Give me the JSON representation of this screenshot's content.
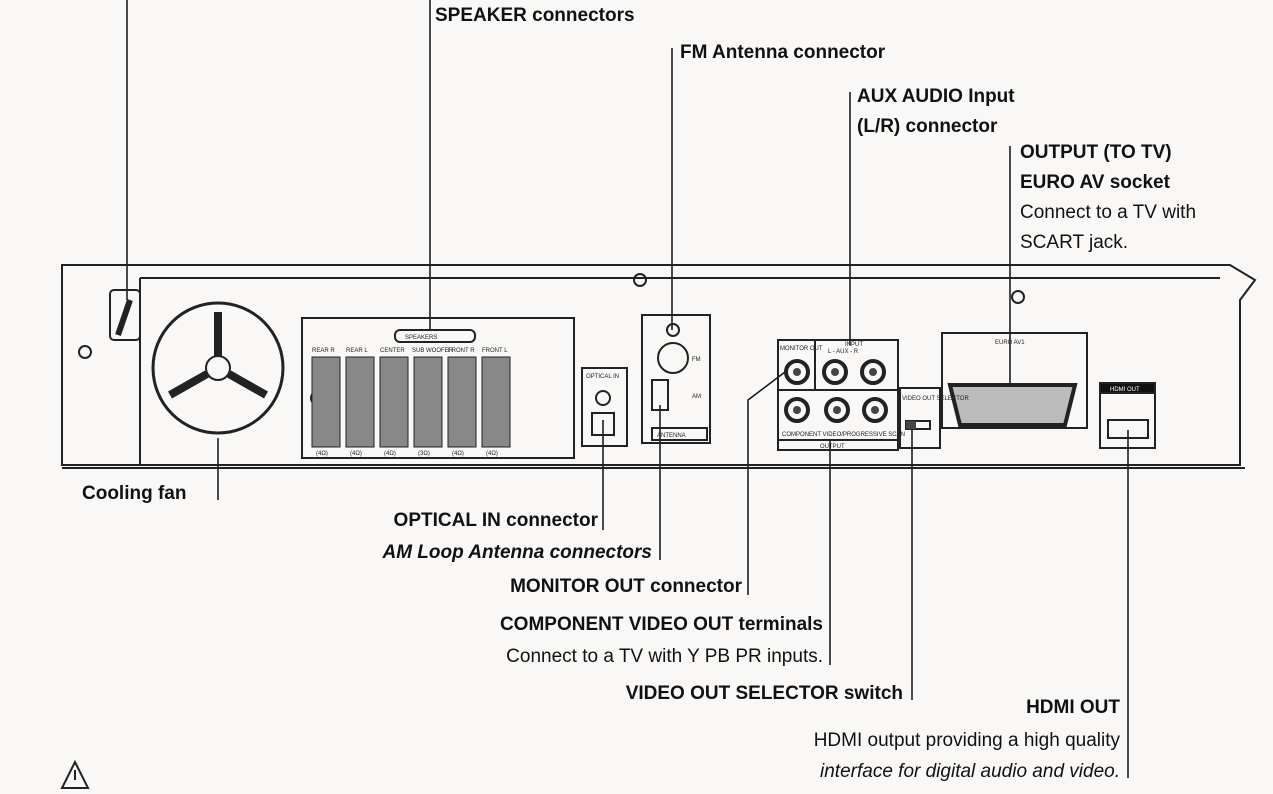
{
  "labels": {
    "speaker": "SPEAKER connectors",
    "fm": "FM Antenna connector",
    "aux_1": "AUX AUDIO Input",
    "aux_2": "(L/R) connector",
    "output_1": "OUTPUT (TO TV)",
    "output_2": "EURO AV socket",
    "output_3": "Connect to a TV with",
    "output_4": "SCART jack.",
    "fan": "Cooling fan",
    "optical": "OPTICAL IN connector",
    "am": "AM Loop Antenna connectors",
    "monitor": "MONITOR OUT connector",
    "component_1": "COMPONENT VIDEO OUT terminals",
    "component_2": "Connect to a TV with Y PB PR inputs.",
    "selector": "VIDEO OUT SELECTOR switch",
    "hdmi_1": "HDMI OUT",
    "hdmi_2": "HDMI output providing a high quality",
    "hdmi_3": "interface for digital audio and video."
  },
  "panel": {
    "speakers": "SPEAKERS",
    "channels": [
      "REAR R",
      "REAR L",
      "CENTER",
      "SUB WOOFER",
      "FRONT R",
      "FRONT L"
    ],
    "ohms": [
      "(4Ω)",
      "(4Ω)",
      "(4Ω)",
      "(3Ω)",
      "(4Ω)",
      "(4Ω)"
    ],
    "optical_in": "OPTICAL IN",
    "fm": "FM",
    "am": "AM",
    "antenna": "ANTENNA",
    "monitor_out": "MONITOR OUT",
    "input": "INPUT",
    "aux": "L - AUX - R",
    "component": "COMPONENT VIDEO/PROGRESSIVE SCAN",
    "output": "OUTPUT",
    "video_out_selector": "VIDEO OUT SELECTOR",
    "euro_av": "EURO AV1",
    "hdmi": "HDMI OUT"
  }
}
